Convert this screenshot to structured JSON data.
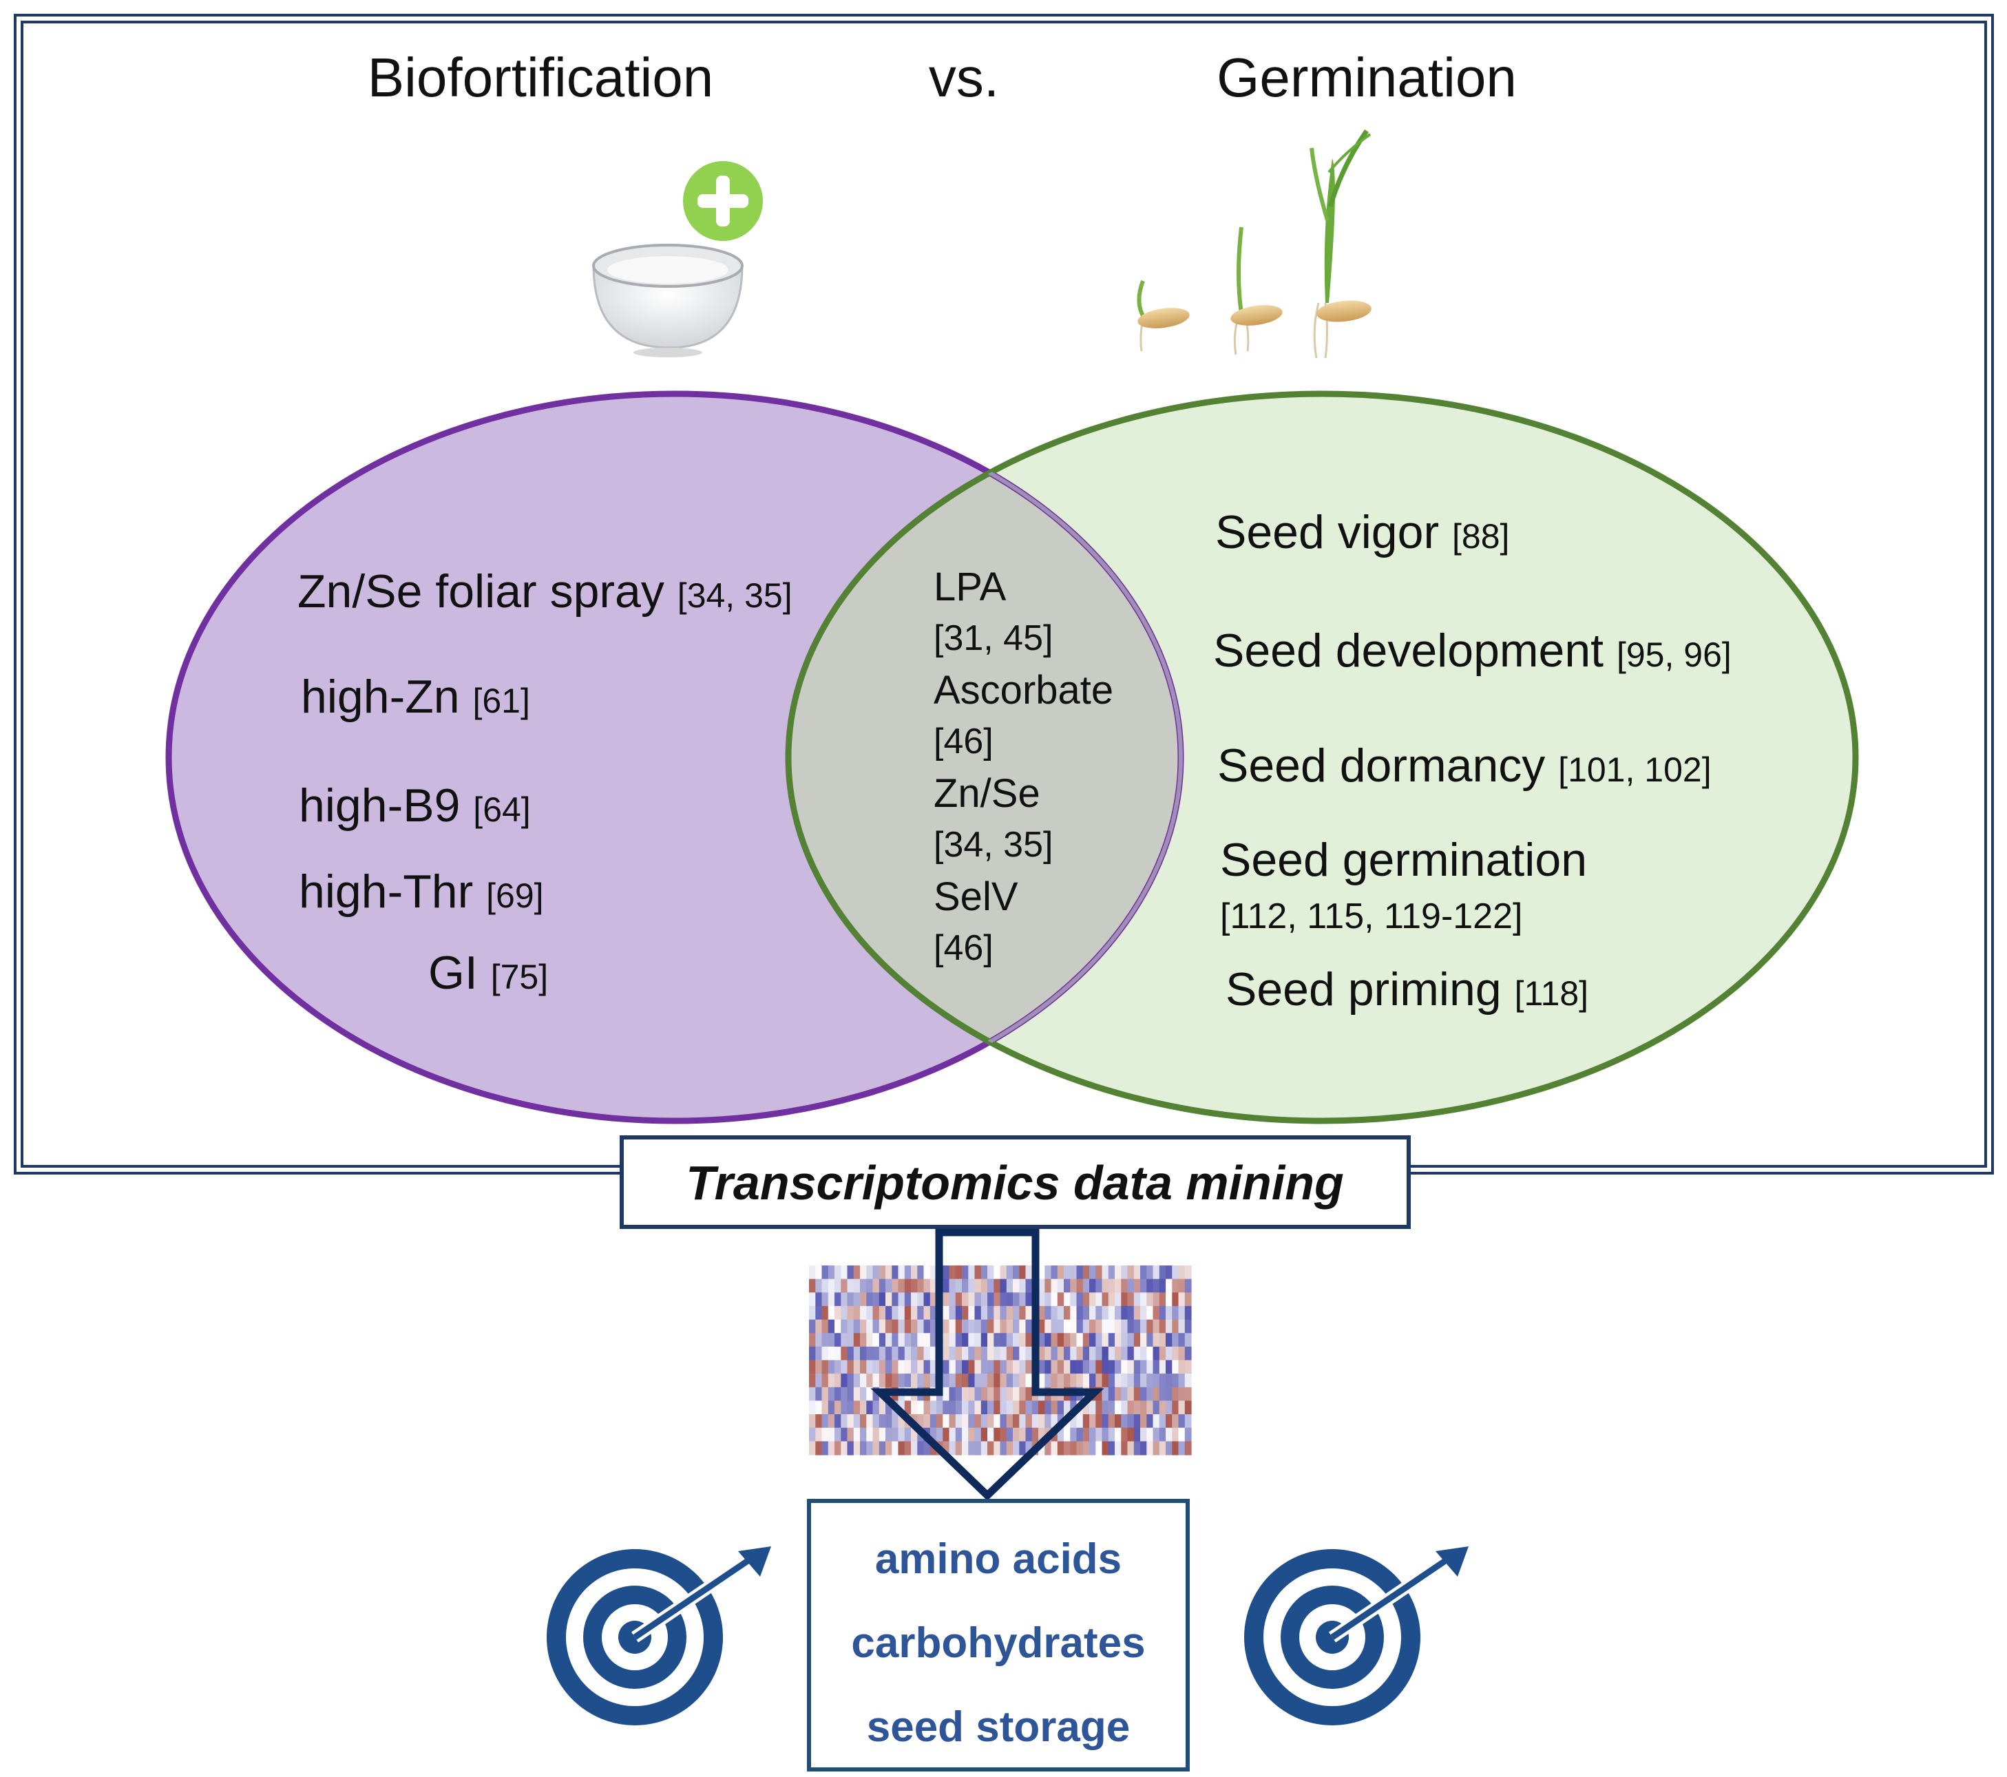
{
  "header": {
    "left_title": "Biofortification",
    "vs": "vs.",
    "right_title": "Germination"
  },
  "left_circle": {
    "items": [
      {
        "label": "Zn/Se foliar spray",
        "ref": "[34, 35]"
      },
      {
        "label": "high-Zn",
        "ref": "[61]"
      },
      {
        "label": "high-B9",
        "ref": "[64]"
      },
      {
        "label": "high-Thr",
        "ref": "[69]"
      },
      {
        "label": "GI",
        "ref": "[75]"
      }
    ]
  },
  "overlap": {
    "items": [
      {
        "label": "LPA",
        "ref": "[31, 45]"
      },
      {
        "label": "Ascorbate",
        "ref": "[46]"
      },
      {
        "label": "Zn/Se",
        "ref": "[34, 35]"
      },
      {
        "label": "SelV",
        "ref": "[46]"
      }
    ]
  },
  "right_circle": {
    "items": [
      {
        "label": "Seed vigor",
        "ref": "[88]"
      },
      {
        "label": "Seed development",
        "ref": "[95, 96]"
      },
      {
        "label": "Seed dormancy",
        "ref": "[101, 102]"
      },
      {
        "label": "Seed germination",
        "ref": "[112, 115, 119-122]"
      },
      {
        "label": "Seed priming",
        "ref": "[118]"
      }
    ]
  },
  "mining_box": {
    "label": "Transcriptomics data mining"
  },
  "targets_box": {
    "lines": [
      "amino acids",
      "carbohydrates",
      "seed storage"
    ]
  },
  "colors": {
    "left_fill": "#ccb9df",
    "left_stroke": "#7030a0",
    "right_fill": "#e2efd9",
    "right_stroke": "#548235",
    "overlap_fill": "#c9cbc5",
    "frame": "#1f3864",
    "target_blue": "#1f4e8c",
    "text_blue": "#2e5597",
    "plus_green": "#92d050",
    "heat_red": "#b2413a",
    "heat_blue": "#4a4ab0"
  },
  "icons": [
    "bowl-icon",
    "plus-icon",
    "seedling-icon",
    "heatmap-icon",
    "down-arrow-icon",
    "target-icon"
  ]
}
